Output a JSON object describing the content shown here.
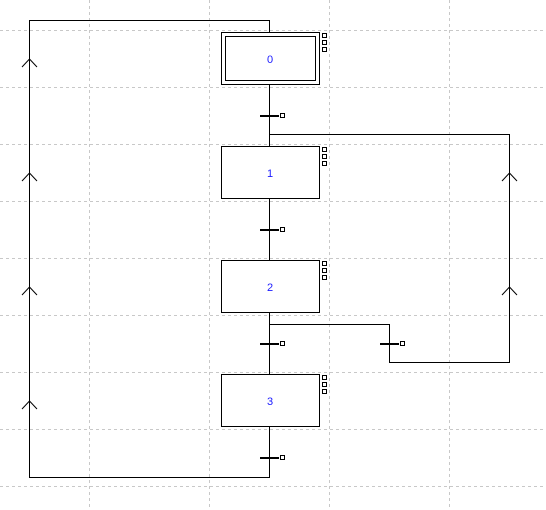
{
  "colors": {
    "step_label": "#1a1aff",
    "wire": "#000000",
    "grid": "#c8c8c8",
    "background": "#ffffff"
  },
  "diagram": {
    "type": "grafcet",
    "initial_step": "0",
    "steps": [
      {
        "id": "step-0",
        "label": "0",
        "initial": true
      },
      {
        "id": "step-1",
        "label": "1",
        "initial": false
      },
      {
        "id": "step-2",
        "label": "2",
        "initial": false
      },
      {
        "id": "step-3",
        "label": "3",
        "initial": false
      }
    ],
    "transitions": [
      {
        "id": "t-0-1",
        "from": "0",
        "to": "1"
      },
      {
        "id": "t-1-2",
        "from": "1",
        "to": "2"
      },
      {
        "id": "t-2-3",
        "from": "2",
        "to": "3"
      },
      {
        "id": "t-2-1",
        "from": "2",
        "to": "1"
      },
      {
        "id": "t-3-0",
        "from": "3",
        "to": "0"
      }
    ]
  }
}
